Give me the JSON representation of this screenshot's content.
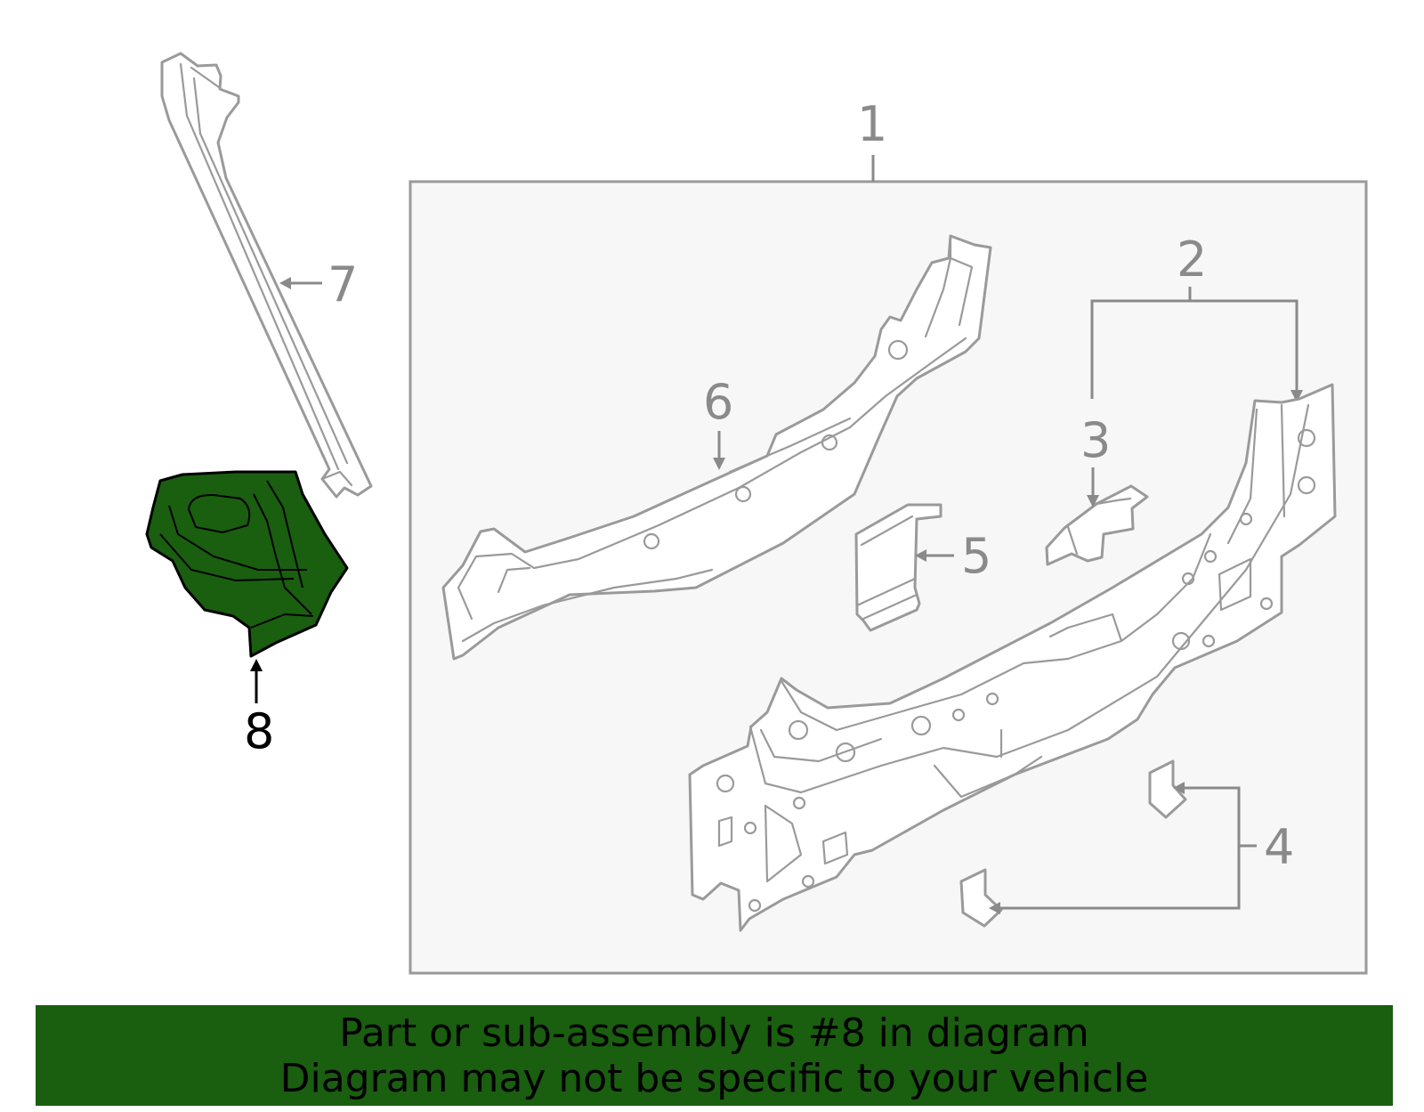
{
  "callouts": {
    "c1": "1",
    "c2": "2",
    "c3": "3",
    "c4": "4",
    "c5": "5",
    "c6": "6",
    "c7": "7",
    "c8": "8"
  },
  "highlight_color": "#1a5e10",
  "banner": {
    "line1": "Part or sub-assembly is #8 in diagram",
    "line2": "Diagram may not be specific to your vehicle"
  }
}
